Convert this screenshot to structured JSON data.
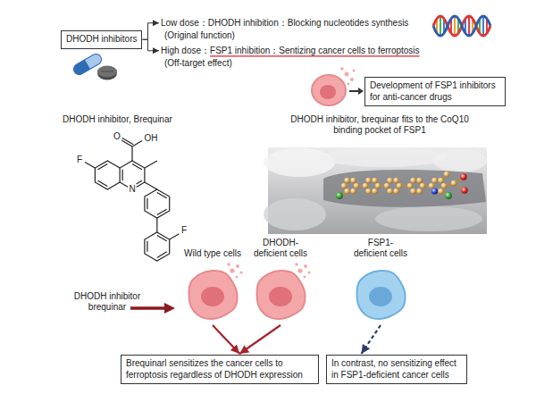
{
  "diagram": {
    "nodes": [
      {
        "text": [
          "DHODH inhibitors"
        ]
      },
      {
        "text": [
          "Low dose：DHODH inhibition：Blocking nucleotides synthesis",
          "(Original function)"
        ]
      },
      {
        "text": [
          "High dose：FSP1 inhibition：Sentizing cancer cells to ferroptosis",
          "(Off-target effect)"
        ]
      },
      {
        "text": [
          "Development of FSP1 inhibitors for anti-cancer drugs"
        ]
      },
      {
        "text": [
          "Wild type cells"
        ]
      },
      {
        "text": [
          "DHODH- deficient cells"
        ]
      },
      {
        "text": [
          "FSP1- deficient cells"
        ]
      },
      {
        "text": [
          "Brequinarl sensitizes the cancer cells to ferroptosis regardless of DHODH expression"
        ]
      },
      {
        "text": [
          "In contrast, no sensitizing effect in FSP1-deficient cancer cells"
        ]
      }
    ],
    "edges": [
      {
        "from": 0,
        "to": 1,
        "arrow": "to"
      },
      {
        "from": 0,
        "to": 2,
        "arrow": "to"
      },
      {
        "from": 4,
        "to": 7,
        "arrow": "to"
      },
      {
        "from": 5,
        "to": 7,
        "arrow": "to"
      },
      {
        "from": 6,
        "to": 8,
        "arrow": "to"
      }
    ],
    "labels": [
      "DHODH inhibitor, Brequinar",
      "O",
      "OH",
      "F",
      "N",
      "F",
      "DHODH inhibitor, brequinar fits to the CoQ10 binding pocket of FSP1",
      "DHODH inhibitor brequinar"
    ]
  }
}
